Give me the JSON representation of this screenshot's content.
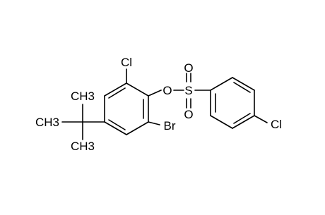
{
  "structure": {
    "labels": {
      "cl_top": "Cl",
      "o": "O",
      "s": "S",
      "o_top": "O",
      "o_bottom": "O",
      "br": "Br",
      "cl_right": "Cl",
      "ch3_left": "CH3",
      "ch3_top": "CH3",
      "ch3_bottom": "CH3"
    }
  }
}
